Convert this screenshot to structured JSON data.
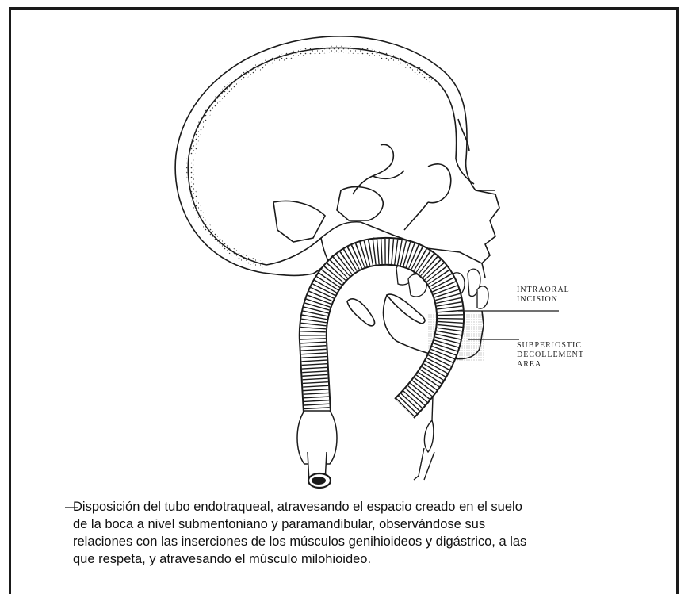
{
  "labels": {
    "incision": [
      "INTRAORAL",
      "INCISION"
    ],
    "area": [
      "SUBPERIOSTIC",
      "DECOLLEMENT",
      "AREA"
    ]
  },
  "caption": {
    "dash": "—",
    "lines": [
      "Disposición del tubo endotraqueal, atravesando el espacio creado en el suelo",
      "de la boca a nivel submentoniano y paramandibular, observándose sus",
      "relaciones con las inserciones de los músculos genihioideos y digástrico, a las",
      "que respeta, y atravesando el músculo milohioideo."
    ]
  }
}
